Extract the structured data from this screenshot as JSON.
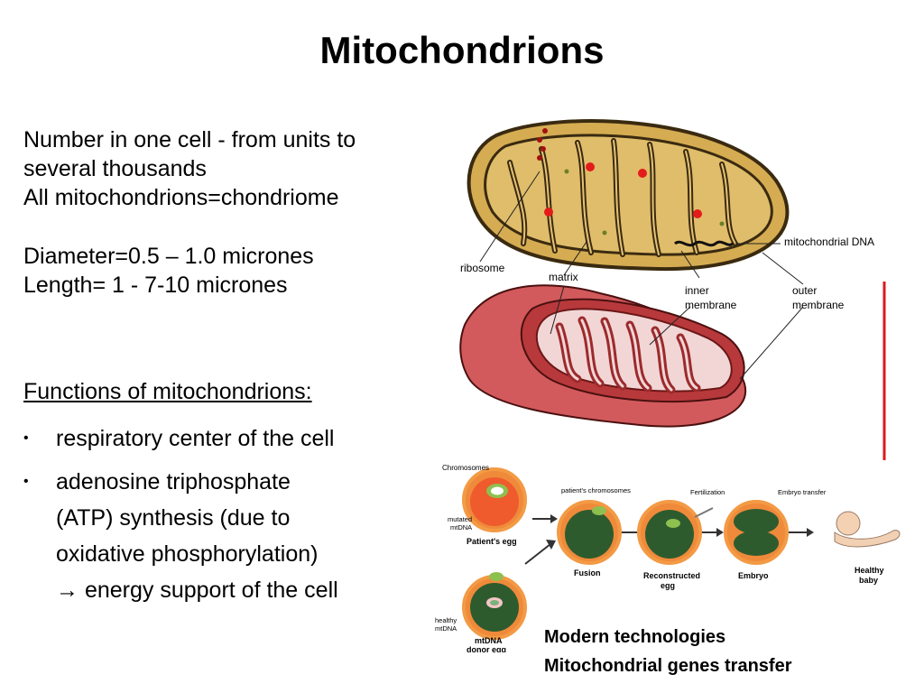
{
  "title": "Mitochondrions",
  "intro": {
    "line1": "Number in one cell  - from units to",
    "line2": "several thousands",
    "line3": "All mitochondrions=chondriome"
  },
  "size": {
    "diameter": "Diameter=0.5 – 1.0 micrones",
    "length": "Length= 1 - 7-10 micrones"
  },
  "functions": {
    "heading": "Functions of mitochondrions:",
    "bullet": "•",
    "item1": "respiratory center of the cell",
    "item2": {
      "line1": "adenosine triphosphate",
      "line2": "(ATP) synthesis (due to",
      "line3": "oxidative phosphorylation)",
      "line4": "→ energy support of the cell"
    }
  },
  "diagram_top": {
    "ribosome": "ribosome",
    "matrix": "matrix",
    "inner": [
      "inner",
      "membrane"
    ],
    "outer": [
      "outer",
      "membrane"
    ],
    "mtdna": "mitochondrial DNA"
  },
  "diagram_bottom": {
    "chromosomes": "Chromosomes",
    "mutated": [
      "mutated",
      "mtDNA"
    ],
    "patients_egg": "Patient's egg",
    "patients_chromosomes": "patient's chromosomes",
    "fertilization": "Fertilization",
    "embryo_transfer": "Embryo transfer",
    "fusion": "Fusion",
    "reconstructed": [
      "Reconstructed",
      "egg"
    ],
    "embryo": "Embryo",
    "healthy_baby": [
      "Healthy",
      "baby"
    ],
    "healthy": [
      "healthy",
      "mtDNA"
    ],
    "donor": [
      "mtDNA",
      "donor egg"
    ]
  },
  "caption": {
    "line1": "Modern technologies",
    "line2": "Mitochondrial genes transfer"
  },
  "colors": {
    "outer_membrane": "#d5ac52",
    "matrix_fill": "#d9b05c",
    "red_mito": "#d25a5c",
    "arrow_red": "#dd1a1a",
    "egg_orange": "#ef8a3a",
    "egg_green": "#2e5b2e"
  }
}
